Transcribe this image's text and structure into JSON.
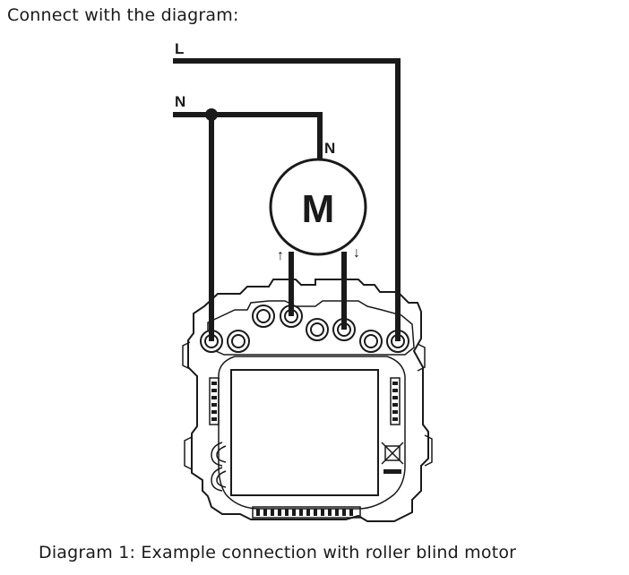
{
  "heading": "Connect with the diagram:",
  "caption": "Diagram 1: Example connection with roller blind motor",
  "diagram": {
    "line_label": "L",
    "neutral_label": "N",
    "motor_neutral_label": "N",
    "motor_symbol": "M",
    "arrow_up_symbol": "↑",
    "arrow_down_symbol": "↓"
  }
}
